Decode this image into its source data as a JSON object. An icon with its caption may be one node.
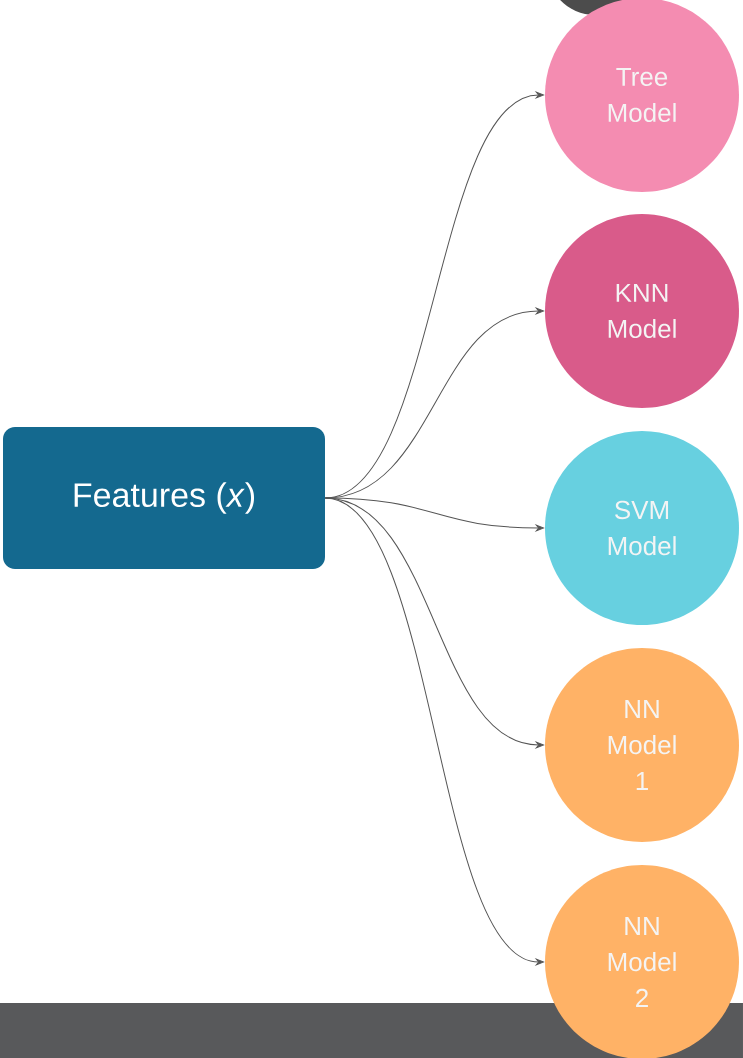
{
  "diagram": {
    "nodes": [
      {
        "text": [
          "Features (*x*)"
        ]
      },
      {
        "text": [
          "Tree Model"
        ]
      },
      {
        "text": [
          "KNN Model"
        ]
      },
      {
        "text": [
          "SVM Model"
        ]
      },
      {
        "text": [
          "NN Model 1"
        ]
      },
      {
        "text": [
          "NN Model 2"
        ]
      }
    ],
    "edges": [
      {
        "from": 0,
        "to": 1,
        "arrow": "to"
      },
      {
        "from": 0,
        "to": 2,
        "arrow": "to"
      },
      {
        "from": 0,
        "to": 3,
        "arrow": "to"
      },
      {
        "from": 0,
        "to": 4,
        "arrow": "to"
      },
      {
        "from": 0,
        "to": 5,
        "arrow": "to"
      }
    ]
  }
}
